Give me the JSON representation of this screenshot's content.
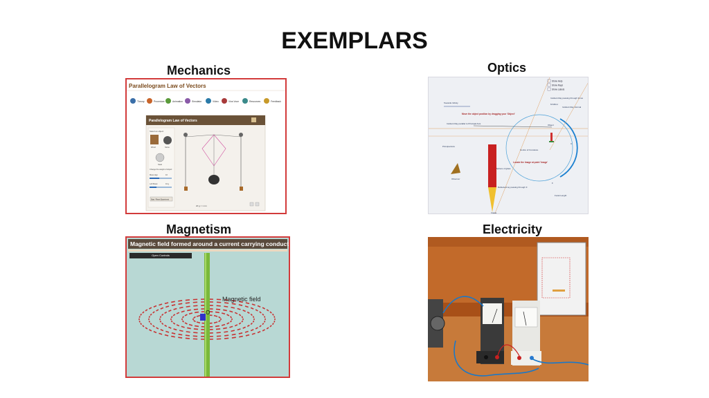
{
  "slide": {
    "title": "EXEMPLARS"
  },
  "mechanics": {
    "label": "Mechanics",
    "app_title": "Parallelogram Law of Vectors",
    "tabs": [
      "Theory",
      "Procedure",
      "Animation",
      "Simulator",
      "Video",
      "Viva Voce",
      "Resources",
      "Feedback"
    ],
    "panel_title": "Parallelogram Law of Vectors",
    "select_label": "Select an object:",
    "objects": [
      "Wood",
      "Stone",
      "Steel"
    ],
    "controls_label": "Change the weight of object:",
    "slider1_label": "Mass (kg):",
    "slider1_value": "10",
    "slider2_label": "Left Mass:",
    "slider2_value": "10 g",
    "button": "Start / Reset Experiment",
    "footer": "20 g = 1 cm"
  },
  "optics": {
    "label": "Optics",
    "checks": [
      "Show Help",
      "Show Rays",
      "Show Labels"
    ],
    "labels": {
      "incident_focus": "Incident Ray passing through focus",
      "towards_infinity": "Towards Infinity",
      "instruction": "Move the object position by dragging your 'Object'",
      "incident_parallel": "Incident Ray parallel to Principal Axis",
      "principal_axis": "Principal Axis",
      "object": "Object",
      "centre": "Centre of Curvature",
      "locate": "Locate the Image at point 'Image'",
      "inner_sphere": "Inner Sphere of glass",
      "observer": "Observer",
      "reflected": "Reflected ray passing through F",
      "focal": "Focal Length",
      "image": "Image",
      "m_mirror": "M Mirror",
      "incident_normal": "Incident Ray Normal",
      "f": "F",
      "c": "C"
    }
  },
  "magnetism": {
    "label": "Magnetism",
    "header": "Magnetic field formed around a current carrying conductor",
    "button": "Open Controls",
    "field_label": "Magnetic field",
    "point_label": "O"
  },
  "electricity": {
    "label": "Electricity"
  },
  "colors": {
    "frame_red": "#d23a3a",
    "mag_header": "#5a4a3c",
    "mag_bg": "#b8d8d4",
    "mag_arrow": "#c83232",
    "elec_wall": "#c26a2a",
    "elec_table": "#c77a3a"
  }
}
